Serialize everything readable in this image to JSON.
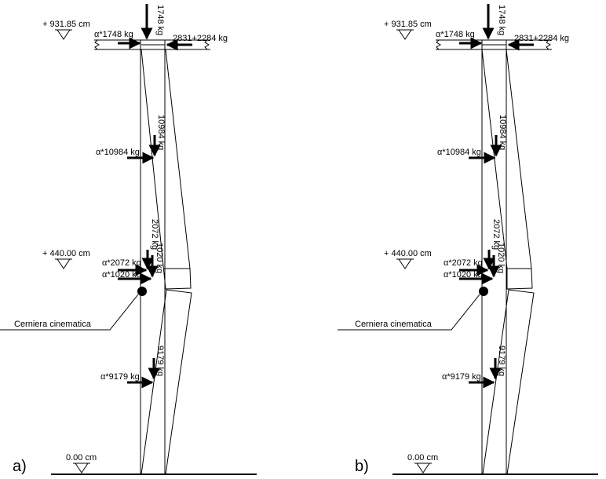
{
  "panels": [
    {
      "id": "a",
      "panel_label": "a)",
      "levels": {
        "top": "+ 931.85 cm",
        "mid": "+ 440.00 cm",
        "base": "0.00 cm"
      },
      "loads": {
        "top_vertical": "1748 kg",
        "top_horizontal_alpha": "α*1748 kg",
        "top_horizontal_right": "2831+2284 kg",
        "upper_vertical": "10984 kg",
        "upper_horizontal_alpha": "α*10984 kg",
        "mid_vertical_1": "2072 kg",
        "mid_vertical_2": "1020 kg",
        "mid_horizontal_alpha_1": "α*2072 kg",
        "mid_horizontal_alpha_2": "α*1020 kg",
        "lower_vertical": "9179 kg",
        "lower_horizontal_alpha": "α*9179 kg"
      },
      "hinge_label": "Cerniera cinematica"
    },
    {
      "id": "b",
      "panel_label": "b)",
      "levels": {
        "top": "+ 931.85 cm",
        "mid": "+ 440.00 cm",
        "base": "0.00 cm"
      },
      "loads": {
        "top_vertical": "1748 kg",
        "top_horizontal_alpha": "α*1748 kg",
        "top_horizontal_right": "2831+2284 kg",
        "upper_vertical": "10984 kg",
        "upper_horizontal_alpha": "α*10984 kg",
        "mid_vertical_1": "2072 kg",
        "mid_vertical_2": "1020 kg",
        "mid_horizontal_alpha_1": "α*2072 kg",
        "mid_horizontal_alpha_2": "α*1020 kg",
        "lower_vertical": "9179 kg",
        "lower_horizontal_alpha": "α*9179 kg"
      },
      "hinge_label": "Cerniera cinematica"
    }
  ]
}
